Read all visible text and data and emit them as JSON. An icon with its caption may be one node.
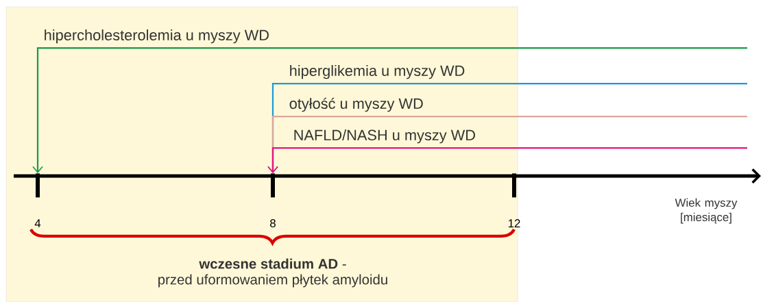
{
  "diagram": {
    "nodes": [
      {
        "text": [],
        "shape": "bar",
        "beside": [
          "4"
        ]
      },
      {
        "text": [],
        "shape": "bar",
        "beside": [
          "8"
        ]
      },
      {
        "text": [],
        "shape": "bar",
        "beside": [
          "12"
        ]
      }
    ],
    "edges": [
      {
        "from": null,
        "to": 0,
        "arrow": "to",
        "label": "hipercholesterolemia u myszy WD",
        "color": "#1a9a48"
      },
      {
        "from": null,
        "to": 1,
        "arrow": "to",
        "label": "hiperglikemia u myszy WD",
        "color": "#1b9bd8"
      },
      {
        "from": null,
        "to": 1,
        "arrow": "to",
        "label": "otyłość u myszy WD",
        "color": "#d9a79c"
      },
      {
        "from": null,
        "to": 1,
        "arrow": "to",
        "label": "NAFLD/NASH u myszy WD",
        "color": "#e6157f"
      }
    ],
    "labels": [
      "**wczesne stadium AD** -",
      "przed uformowaniem płytek amyloidu",
      "Wiek myszy [miesiące]"
    ]
  }
}
